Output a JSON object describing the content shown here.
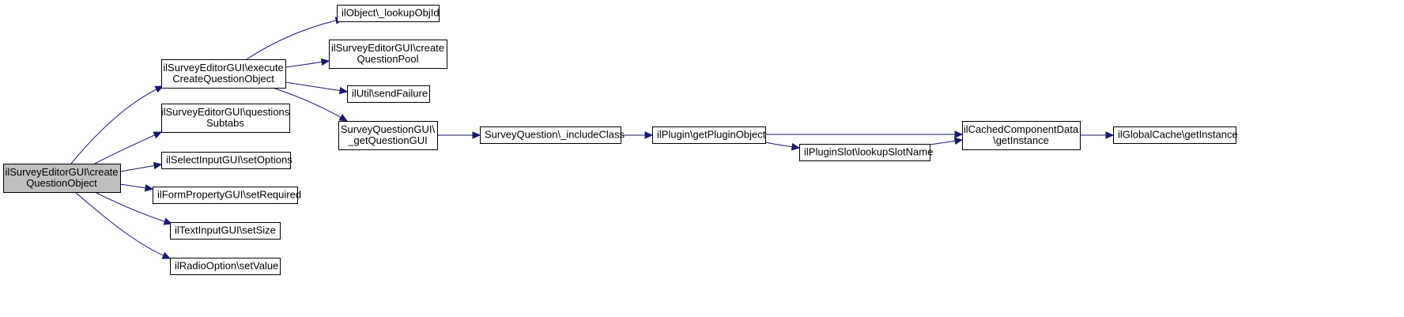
{
  "diagram": {
    "nodes": [
      {
        "id": "root",
        "lines": [
          "ilSurveyEditorGUI\\create",
          "QuestionObject"
        ],
        "highlight": true
      },
      {
        "id": "execCreate",
        "lines": [
          "ilSurveyEditorGUI\\execute",
          "CreateQuestionObject"
        ]
      },
      {
        "id": "qSubtabs",
        "lines": [
          "ilSurveyEditorGUI\\questions",
          "Subtabs"
        ]
      },
      {
        "id": "setOptions",
        "lines": [
          "ilSelectInputGUI\\setOptions"
        ]
      },
      {
        "id": "setRequired",
        "lines": [
          "ilFormPropertyGUI\\setRequired"
        ]
      },
      {
        "id": "setSize",
        "lines": [
          "ilTextInputGUI\\setSize"
        ]
      },
      {
        "id": "setValue",
        "lines": [
          "ilRadioOption\\setValue"
        ]
      },
      {
        "id": "lookupObjId",
        "lines": [
          "ilObject\\_lookupObjId"
        ]
      },
      {
        "id": "createQPool",
        "lines": [
          "ilSurveyEditorGUI\\create",
          "QuestionPool"
        ]
      },
      {
        "id": "sendFailure",
        "lines": [
          "ilUtil\\sendFailure"
        ]
      },
      {
        "id": "getQGUI",
        "lines": [
          "SurveyQuestionGUI\\",
          "_getQuestionGUI"
        ]
      },
      {
        "id": "includeClass",
        "lines": [
          "SurveyQuestion\\_includeClass"
        ]
      },
      {
        "id": "getPluginObject",
        "lines": [
          "ilPlugin\\getPluginObject"
        ]
      },
      {
        "id": "lookupSlotName",
        "lines": [
          "ilPluginSlot\\lookupSlotName"
        ]
      },
      {
        "id": "cachedGetInstance",
        "lines": [
          "ilCachedComponentData",
          "\\getInstance"
        ]
      },
      {
        "id": "globalGetInstance",
        "lines": [
          "ilGlobalCache\\getInstance"
        ]
      }
    ],
    "edges": [
      {
        "from": "root",
        "to": "execCreate"
      },
      {
        "from": "root",
        "to": "qSubtabs"
      },
      {
        "from": "root",
        "to": "setOptions"
      },
      {
        "from": "root",
        "to": "setRequired"
      },
      {
        "from": "root",
        "to": "setSize"
      },
      {
        "from": "root",
        "to": "setValue"
      },
      {
        "from": "execCreate",
        "to": "lookupObjId"
      },
      {
        "from": "execCreate",
        "to": "createQPool"
      },
      {
        "from": "execCreate",
        "to": "sendFailure"
      },
      {
        "from": "execCreate",
        "to": "getQGUI"
      },
      {
        "from": "getQGUI",
        "to": "includeClass"
      },
      {
        "from": "includeClass",
        "to": "getPluginObject"
      },
      {
        "from": "getPluginObject",
        "to": "cachedGetInstance"
      },
      {
        "from": "getPluginObject",
        "to": "lookupSlotName"
      },
      {
        "from": "lookupSlotName",
        "to": "cachedGetInstance"
      },
      {
        "from": "cachedGetInstance",
        "to": "globalGetInstance"
      }
    ]
  }
}
